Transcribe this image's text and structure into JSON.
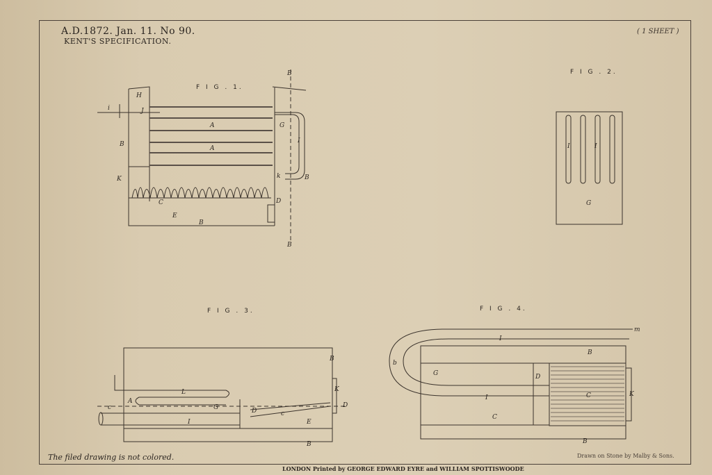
{
  "header": {
    "line1": "A.D.1872.  Jan. 11.  No 90.",
    "line2": "KENT'S  SPECIFICATION.",
    "sheet": "( 1 SHEET )"
  },
  "figures": {
    "fig1": {
      "title": "F I G . 1.",
      "labels": {
        "H": "H",
        "i": "i",
        "J": "J",
        "A1": "A",
        "A2": "A",
        "B1": "B",
        "B2": "B",
        "B3": "B",
        "Bv": "B",
        "Bv2": "B",
        "G": "G",
        "I": "I",
        "K": "K",
        "k": "k",
        "C": "C",
        "D": "D",
        "E": "E"
      }
    },
    "fig2": {
      "title": "F I G . 2.",
      "labels": {
        "I1": "I",
        "I2": "I",
        "G": "G"
      }
    },
    "fig3": {
      "title": "F I G . 3.",
      "labels": {
        "B1": "B",
        "B2": "B",
        "K": "K",
        "L": "L",
        "A": "A",
        "G": "G",
        "c1": "c",
        "c2": "c",
        "D1": "D",
        "D2": "D",
        "I": "I",
        "E": "E"
      }
    },
    "fig4": {
      "title": "F I G . 4.",
      "labels": {
        "m": "m",
        "I1": "I",
        "I2": "I",
        "B1": "B",
        "B2": "B",
        "b": "b",
        "G": "G",
        "D": "D",
        "C1": "C",
        "C2": "C",
        "K": "K"
      }
    }
  },
  "footer": {
    "filed": "The filed drawing is not colored.",
    "drawn": "Drawn on Stone by Malby & Sons.",
    "printed": "LONDON  Printed by GEORGE EDWARD EYRE and WILLIAM SPOTTISWOODE"
  }
}
